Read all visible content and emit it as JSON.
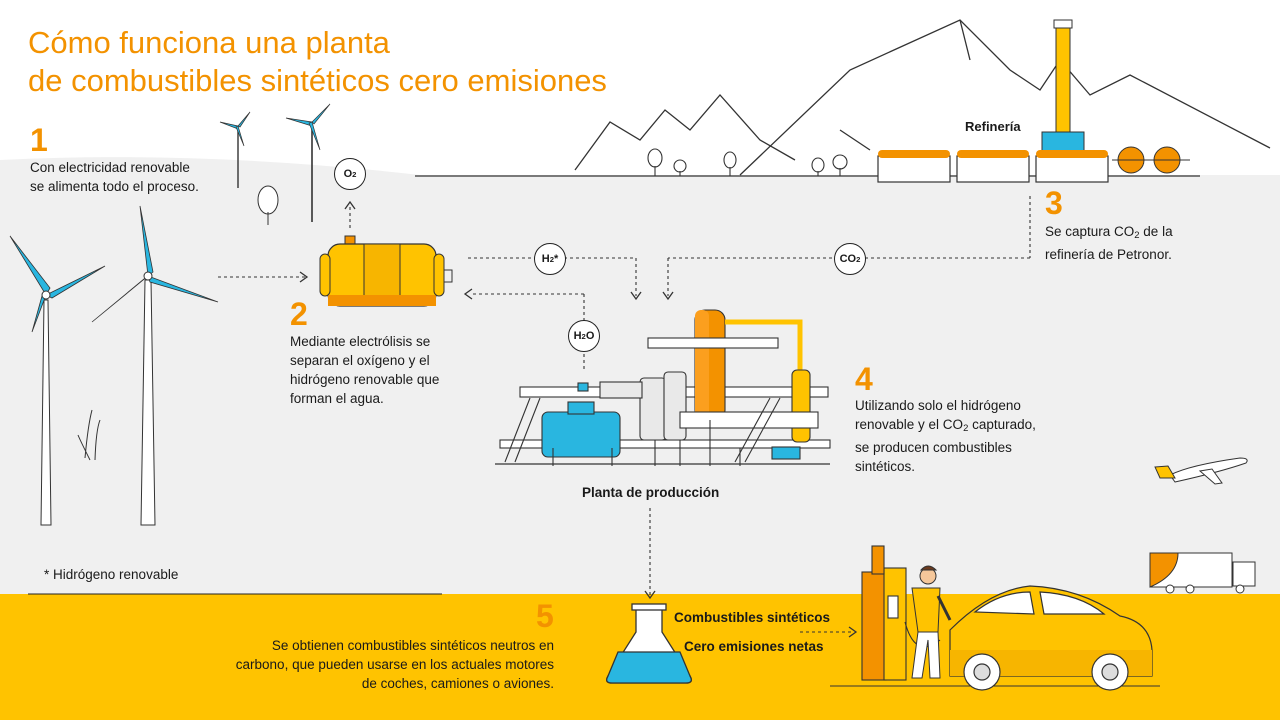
{
  "title": {
    "line1": "Cómo funciona una planta",
    "line2": "de combustibles sintéticos cero emisiones"
  },
  "steps": [
    {
      "number": "1",
      "text_lines": [
        "Con electricidad renovable",
        "se alimenta todo el proceso."
      ]
    },
    {
      "number": "2",
      "text_lines": [
        "Mediante electrólisis se",
        "separan el oxígeno y el",
        "hidrógeno renovable que",
        "forman el agua."
      ]
    },
    {
      "number": "3",
      "line1_pre": "Se captura CO",
      "line1_sub": "2",
      "line1_post": " de la",
      "line2": "refinería de Petronor."
    },
    {
      "number": "4",
      "line1": "Utilizando solo el hidrógeno",
      "line2_pre": "renovable y el CO",
      "line2_sub": "2",
      "line2_post": " capturado,",
      "line3": "se producen combustibles",
      "line4": "sintéticos."
    },
    {
      "number": "5",
      "text_lines": [
        "Se obtienen combustibles sintéticos neutros en",
        "carbono, que pueden usarse en los actuales motores",
        "de coches, camiones o aviones."
      ]
    }
  ],
  "labels": {
    "refinery": "Refinería",
    "plant": "Planta de producción",
    "footnote": "* Hidrógeno renovable",
    "fuel_line1": "Combustibles sintéticos",
    "fuel_line2": "Cero emisiones netas"
  },
  "bubbles": {
    "o2": {
      "main": "O",
      "sub": "2",
      "suffix": ""
    },
    "h2": {
      "main": "H",
      "sub": "2",
      "suffix": "*"
    },
    "co2": {
      "main": "CO",
      "sub": "2",
      "suffix": ""
    },
    "h2o": {
      "main": "H",
      "sub": "2",
      "suffix": "O"
    }
  },
  "colors": {
    "orange": "#f39200",
    "yellow": "#ffc300",
    "blue": "#29b6e0",
    "background_gray": "#f0f0f0"
  }
}
